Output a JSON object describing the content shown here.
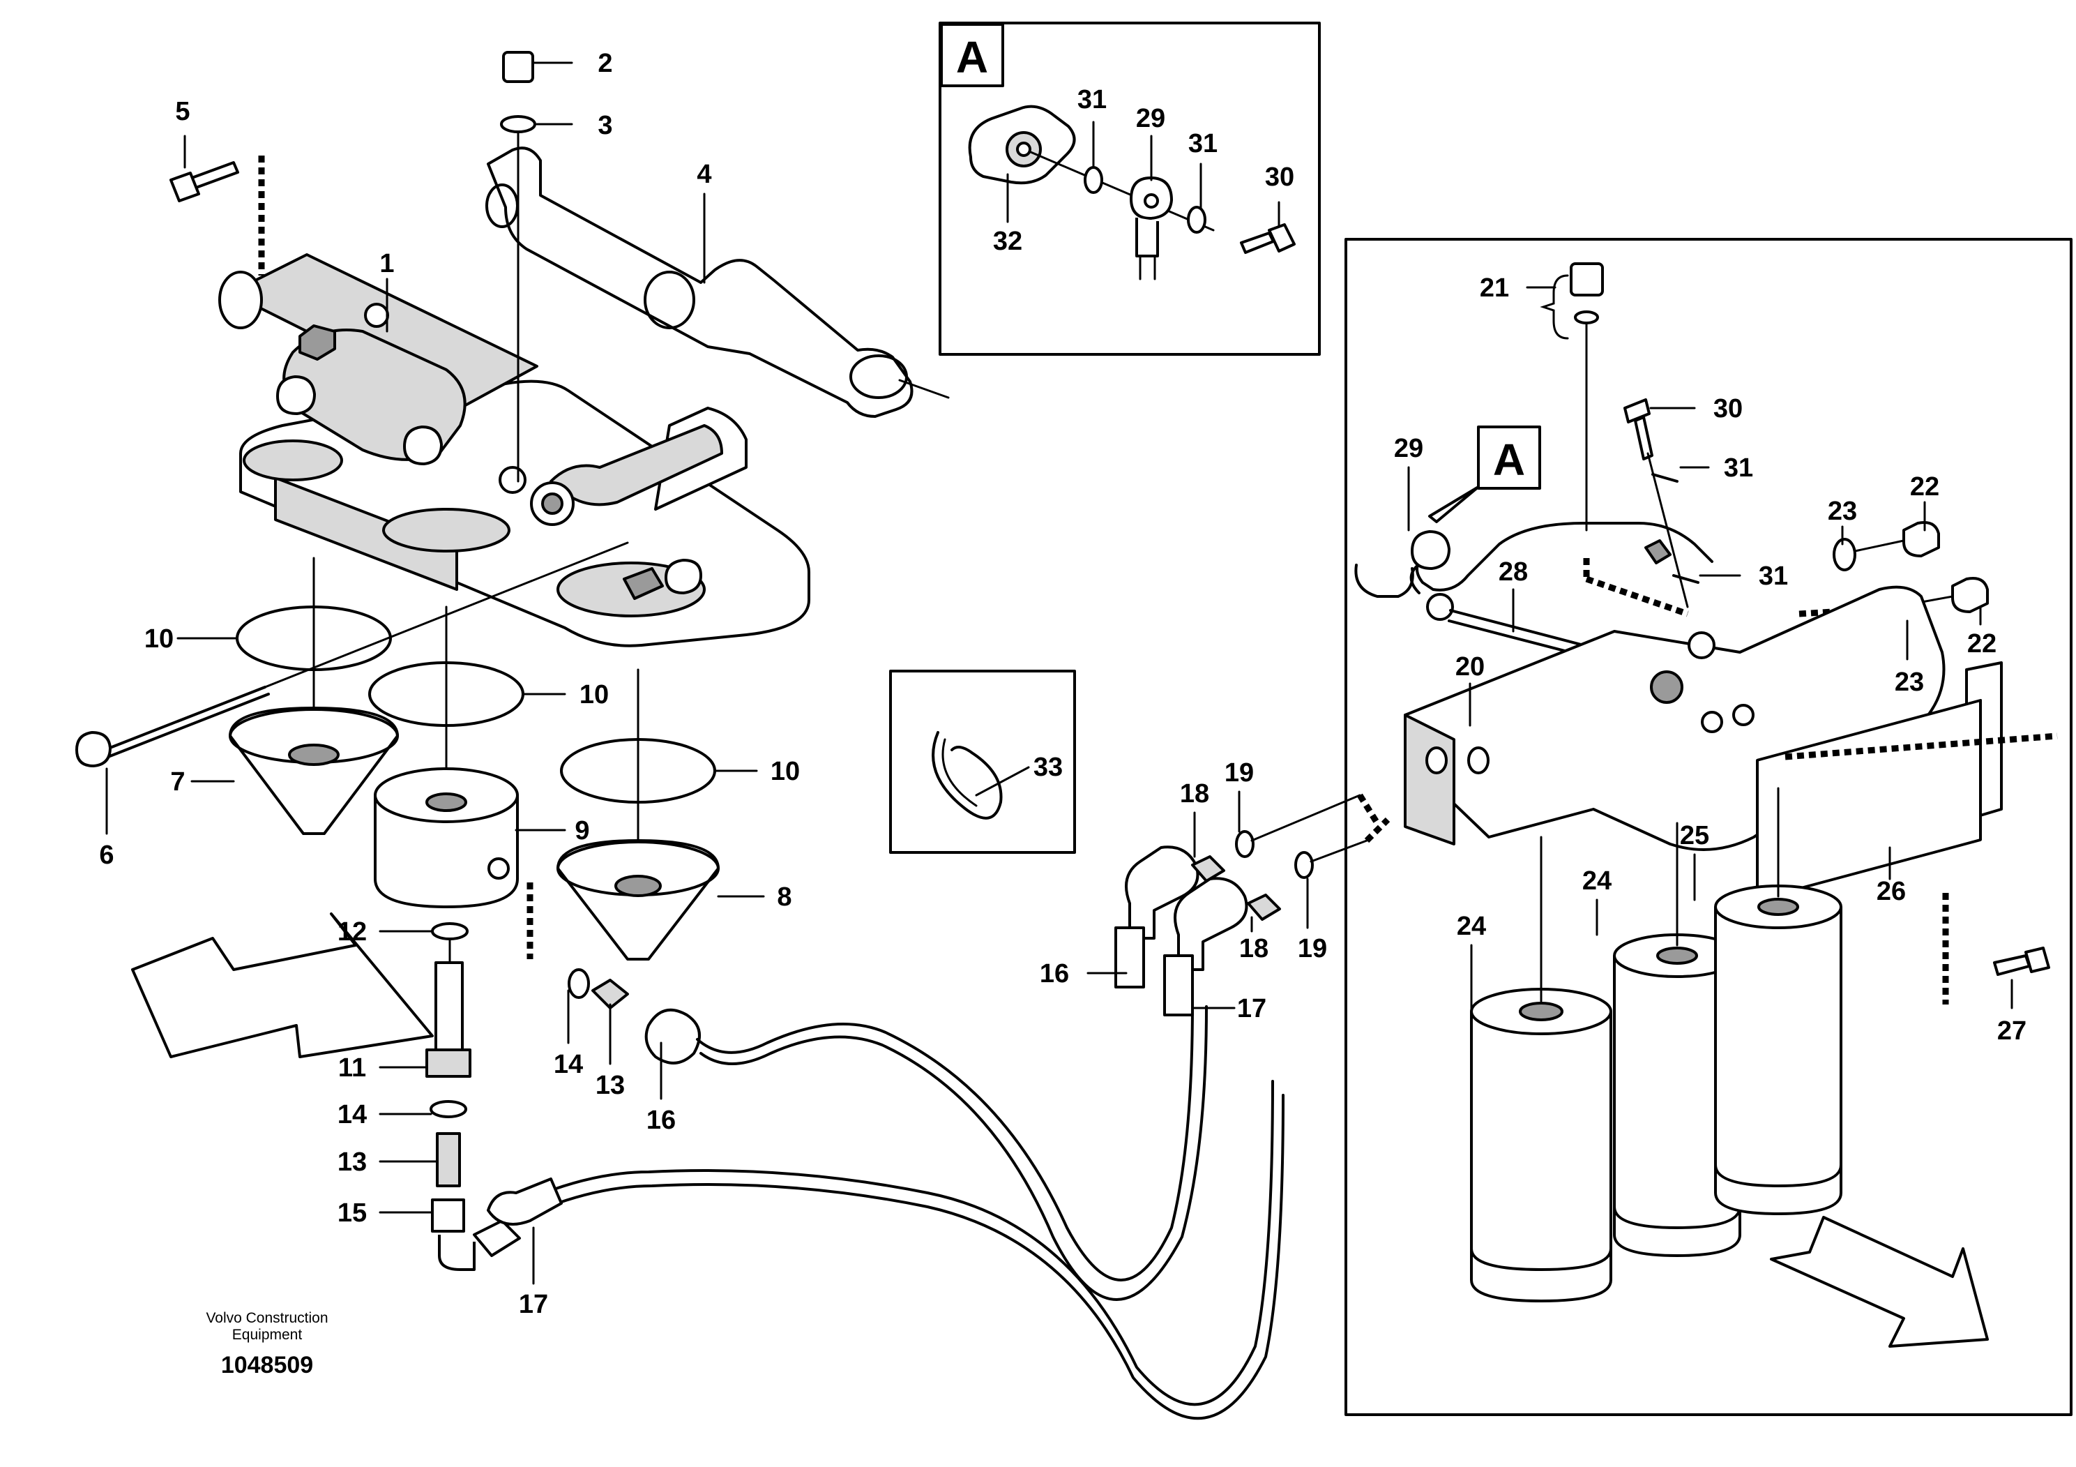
{
  "callouts": {
    "c1": "1",
    "c2": "2",
    "c3": "3",
    "c4": "4",
    "c5": "5",
    "c6": "6",
    "c7": "7",
    "c8": "8",
    "c9": "9",
    "c10a": "10",
    "c10b": "10",
    "c10c": "10",
    "c11": "11",
    "c12": "12",
    "c13a": "13",
    "c13b": "13",
    "c14a": "14",
    "c14b": "14",
    "c15": "15",
    "c16a": "16",
    "c16b": "16",
    "c17a": "17",
    "c17b": "17",
    "c18a": "18",
    "c18b": "18",
    "c19a": "19",
    "c19b": "19",
    "c20": "20",
    "c21": "21",
    "c22a": "22",
    "c22b": "22",
    "c23a": "23",
    "c23b": "23",
    "c24a": "24",
    "c24b": "24",
    "c25": "25",
    "c26": "26",
    "c27": "27",
    "c28": "28",
    "c29a": "29",
    "c29b": "29",
    "c30a": "30",
    "c30b": "30",
    "c31a": "31",
    "c31b": "31",
    "c31c": "31",
    "c31d": "31",
    "c32": "32",
    "c33": "33"
  },
  "detail_view": {
    "letter": "A",
    "reference_letter": "A"
  },
  "footer": {
    "manufacturer_line1": "Volvo Construction",
    "manufacturer_line2": "Equipment",
    "document_number": "1048509"
  }
}
